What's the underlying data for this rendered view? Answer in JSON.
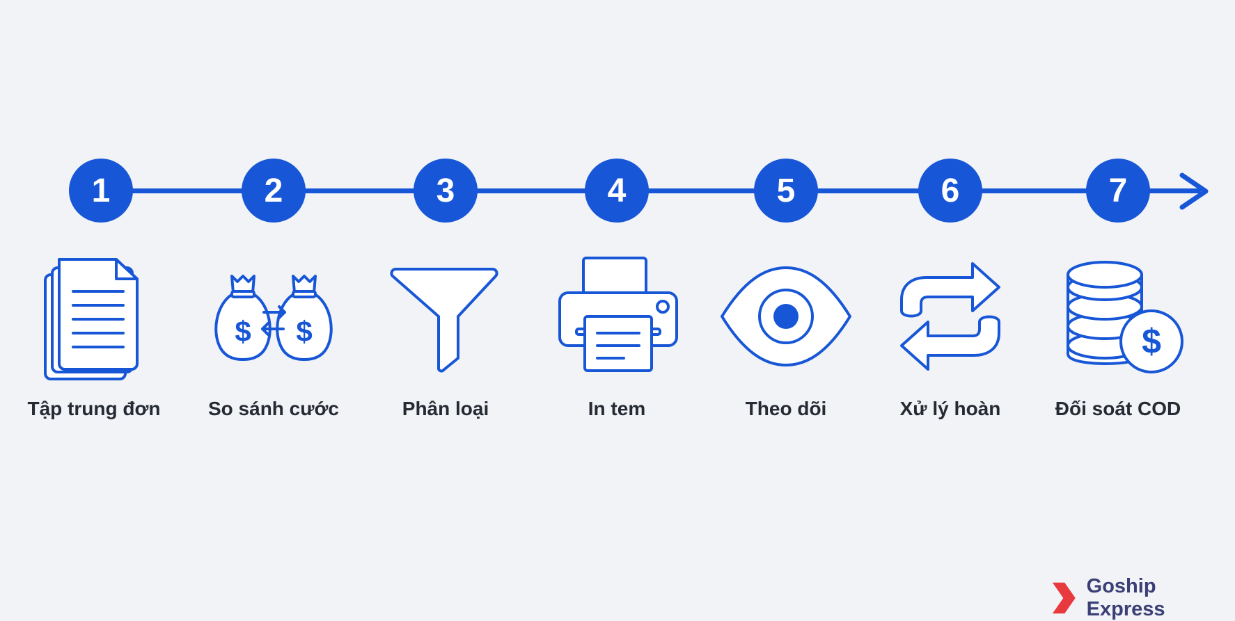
{
  "colors": {
    "background": "#f1f3f6",
    "accent_blue": "#1756d6",
    "label_text": "#262a33",
    "brand_red": "#e8393f",
    "brand_text": "#3a3f75"
  },
  "steps": [
    {
      "number": "1",
      "label": "Tập trung đơn",
      "icon": "stacked-documents-icon"
    },
    {
      "number": "2",
      "label": "So sánh cước",
      "icon": "money-bags-exchange-icon"
    },
    {
      "number": "3",
      "label": "Phân loại",
      "icon": "funnel-icon"
    },
    {
      "number": "4",
      "label": "In tem",
      "icon": "printer-icon"
    },
    {
      "number": "5",
      "label": "Theo dõi",
      "icon": "eye-icon"
    },
    {
      "number": "6",
      "label": "Xử lý hoàn",
      "icon": "return-arrows-icon"
    },
    {
      "number": "7",
      "label": "Đối soát COD",
      "icon": "coins-dollar-icon"
    }
  ],
  "brand": {
    "name": "Goship Express",
    "icon": "chevron-logo-icon"
  }
}
